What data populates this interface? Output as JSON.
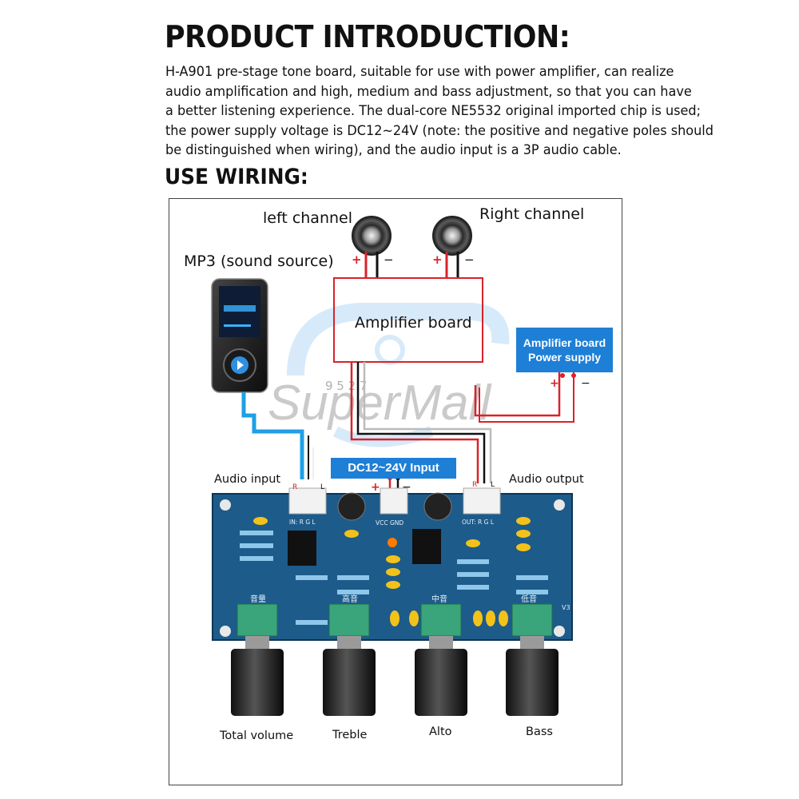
{
  "headings": {
    "intro_title": "PRODUCT INTRODUCTION:",
    "wiring_title": "USE WIRING:"
  },
  "intro_lines": [
    "H-A901 pre-stage tone board, suitable for use with power amplifier, can realize",
    "audio amplification and high, medium and bass adjustment, so that you can have",
    "a better listening experience. The dual-core NE5532 original imported chip is used;",
    "the power supply voltage is DC12~24V (note: the positive and negative poles should",
    "be distinguished when wiring), and the audio input is a 3P audio cable."
  ],
  "diagram": {
    "left_channel": "left channel",
    "right_channel": "Right channel",
    "mp3_source": "MP3 (sound source)",
    "amplifier_board": "Amplifier board",
    "supply_line1": "Amplifier board",
    "supply_line2": "Power supply",
    "dc_input": "DC12~24V Input",
    "audio_input": "Audio input",
    "audio_output": "Audio output",
    "plus": "+",
    "minus": "−",
    "r": "R",
    "l": "L",
    "board_in": "IN: R  G  L",
    "board_vcc": "VCC  GND",
    "board_out": "OUT: R  G  L",
    "board_vol": "音量",
    "board_treble": "高音",
    "board_mid": "中音",
    "board_bass": "低音",
    "board_ver": "V3",
    "watermark": "SuperMall",
    "watermark_num": "9 5 2 7"
  },
  "knobs": [
    "Total volume",
    "Treble",
    "Alto",
    "Bass"
  ],
  "colors": {
    "accent_blue": "#1e7fd6",
    "wire_red": "#d8232a",
    "wire_blue": "#1ea0e6",
    "pcb_blue": "#1d5b8a",
    "pot_green": "#3aa47b"
  }
}
